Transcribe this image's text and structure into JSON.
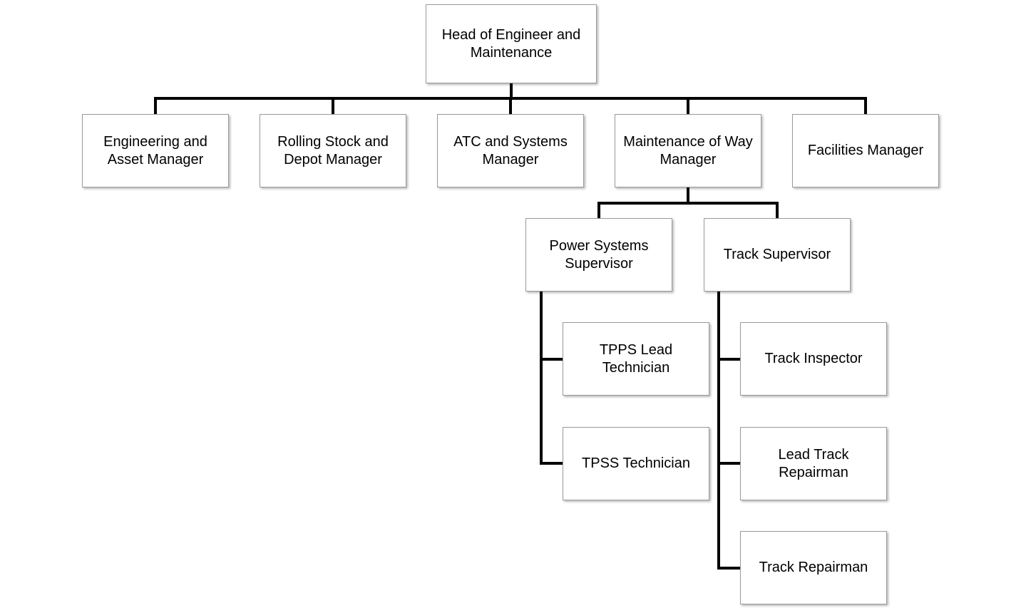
{
  "org_chart": {
    "head": "Head of Engineer and\nMaintenance",
    "managers": {
      "engineering_asset": "Engineering and\nAsset Manager",
      "rolling_stock": "Rolling Stock and\nDepot Manager",
      "atc_systems": "ATC and Systems\nManager",
      "maintenance_of_way": "Maintenance of Way\nManager",
      "facilities": "Facilities Manager"
    },
    "supervisors": {
      "power_systems": "Power  Systems\nSupervisor",
      "track": "Track Supervisor"
    },
    "power_systems_staff": {
      "tpps_lead_technician": "TPPS Lead Technician",
      "tpss_technician": "TPSS Technician"
    },
    "track_staff": {
      "track_inspector": "Track Inspector",
      "lead_track_repairman": "Lead Track\nRepairman",
      "track_repairman": "Track Repairman"
    }
  }
}
